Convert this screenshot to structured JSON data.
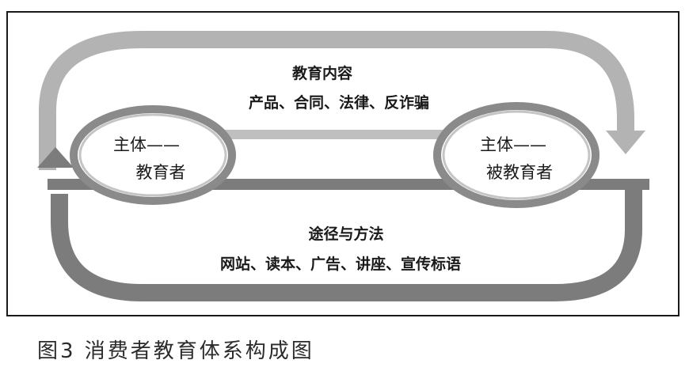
{
  "diagram": {
    "top_flow": {
      "title": "教育内容",
      "items": "产品、合同、法律、反诈骗"
    },
    "bottom_flow": {
      "title": "途径与方法",
      "items": "网站、读本、广告、讲座、宣传标语"
    },
    "left_node": {
      "line1": "主体——",
      "line2": "教育者"
    },
    "right_node": {
      "line1": "主体——",
      "line2": "被教育者"
    }
  },
  "caption": "图3  消费者教育体系构成图",
  "colors": {
    "band_light": "#b3b3b3",
    "band_dark": "#7c7c7c",
    "circle_ring": "#8a8a8a",
    "circle_inner": "#bdbdbd",
    "text": "#1a1a1a"
  }
}
